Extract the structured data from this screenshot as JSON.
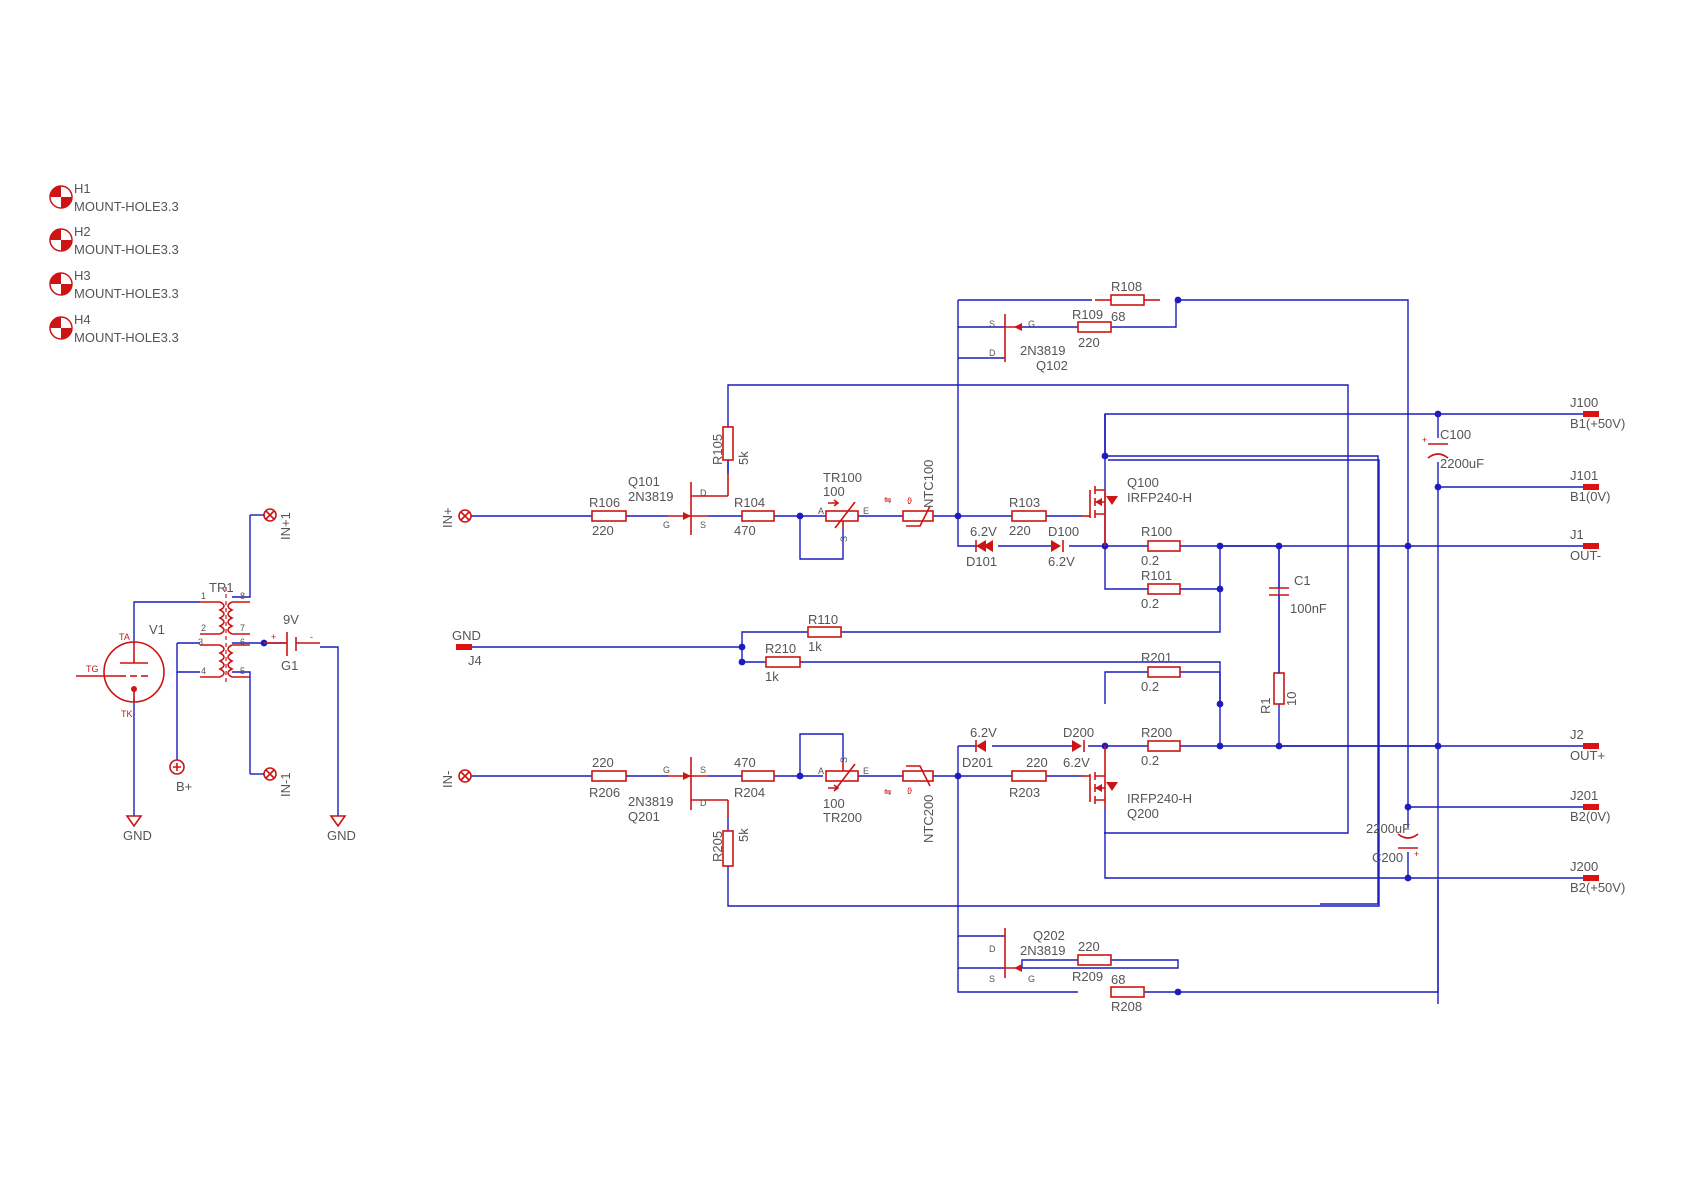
{
  "mount_holes": [
    {
      "ref": "H1",
      "value": "MOUNT-HOLE3.3"
    },
    {
      "ref": "H2",
      "value": "MOUNT-HOLE3.3"
    },
    {
      "ref": "H3",
      "value": "MOUNT-HOLE3.3"
    },
    {
      "ref": "H4",
      "value": "MOUNT-HOLE3.3"
    }
  ],
  "input_stage": {
    "tube": {
      "ref": "V1",
      "pins": [
        "TA",
        "TG",
        "TK"
      ]
    },
    "transformer": {
      "ref": "TR1",
      "pins": [
        "1",
        "2",
        "3",
        "4",
        "5",
        "6",
        "7",
        "8"
      ]
    },
    "battery": {
      "ref": "G1",
      "value": "9V",
      "plus": "+",
      "minus": "-"
    },
    "ports": [
      "IN+1",
      "IN-1",
      "B+"
    ],
    "grounds": [
      "GND",
      "GND"
    ]
  },
  "connectors": {
    "in_plus": "IN+",
    "in_minus": "IN-",
    "gnd": "GND",
    "j4": "J4",
    "outputs": [
      {
        "ref": "J100",
        "value": "B1(+50V)"
      },
      {
        "ref": "J101",
        "value": "B1(0V)"
      },
      {
        "ref": "J1",
        "value": "OUT-"
      },
      {
        "ref": "J2",
        "value": "OUT+"
      },
      {
        "ref": "J201",
        "value": "B2(0V)"
      },
      {
        "ref": "J200",
        "value": "B2(+50V)"
      }
    ]
  },
  "resistors": [
    {
      "ref": "R108",
      "value": "68"
    },
    {
      "ref": "R109",
      "value": "220"
    },
    {
      "ref": "R105",
      "value": "5k"
    },
    {
      "ref": "R106",
      "value": "220"
    },
    {
      "ref": "R104",
      "value": "470"
    },
    {
      "ref": "R103",
      "value": "220"
    },
    {
      "ref": "R100",
      "value": "0.2"
    },
    {
      "ref": "R101",
      "value": "0.2"
    },
    {
      "ref": "R110",
      "value": "1k"
    },
    {
      "ref": "R210",
      "value": "1k"
    },
    {
      "ref": "R201",
      "value": "0.2"
    },
    {
      "ref": "R200",
      "value": "0.2"
    },
    {
      "ref": "R206",
      "value": "220"
    },
    {
      "ref": "R204",
      "value": "470"
    },
    {
      "ref": "R203",
      "value": "220"
    },
    {
      "ref": "R205",
      "value": "5k"
    },
    {
      "ref": "R209",
      "value": "220"
    },
    {
      "ref": "R208",
      "value": "68"
    },
    {
      "ref": "R1",
      "value": "10"
    }
  ],
  "transistors": [
    {
      "ref": "Q102",
      "value": "2N3819",
      "pins": [
        "S",
        "G",
        "D"
      ]
    },
    {
      "ref": "Q101",
      "value": "2N3819",
      "pins": [
        "D",
        "G",
        "S"
      ]
    },
    {
      "ref": "Q100",
      "value": "IRFP240-H"
    },
    {
      "ref": "Q200",
      "value": "IRFP240-H"
    },
    {
      "ref": "Q201",
      "value": "2N3819",
      "pins": [
        "G",
        "S",
        "D"
      ]
    },
    {
      "ref": "Q202",
      "value": "2N3819",
      "pins": [
        "D",
        "S",
        "G"
      ]
    }
  ],
  "trimmers": [
    {
      "ref": "TR100",
      "value": "100",
      "pins": [
        "A",
        "E",
        "S"
      ]
    },
    {
      "ref": "TR200",
      "value": "100",
      "pins": [
        "A",
        "E",
        "S"
      ]
    }
  ],
  "thermistors": [
    {
      "ref": "NTC100"
    },
    {
      "ref": "NTC200"
    }
  ],
  "diodes": [
    {
      "ref": "D100",
      "value": "6.2V"
    },
    {
      "ref": "D101",
      "value": "6.2V"
    },
    {
      "ref": "D200",
      "value": "6.2V"
    },
    {
      "ref": "D201",
      "value": "6.2V"
    }
  ],
  "capacitors": [
    {
      "ref": "C100",
      "value": "2200uF"
    },
    {
      "ref": "C200",
      "value": "2200uF"
    },
    {
      "ref": "C1",
      "value": "100nF"
    }
  ],
  "colors": {
    "wire": "#1c1cbf",
    "symbol": "#cc1414",
    "text": "#555555"
  }
}
